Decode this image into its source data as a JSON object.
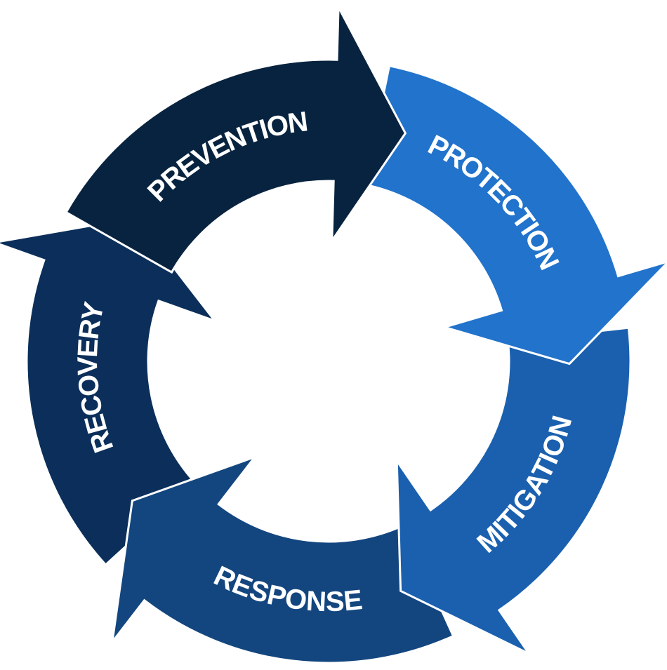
{
  "diagram": {
    "type": "cycle",
    "stages": [
      {
        "label": "PREVENTION",
        "color": "#08233f"
      },
      {
        "label": "PROTECTION",
        "color": "#2173cc"
      },
      {
        "label": "MITIGATION",
        "color": "#1a60ae"
      },
      {
        "label": "RESPONSE",
        "color": "#13467f"
      },
      {
        "label": "RECOVERY",
        "color": "#0b2f5a"
      }
    ]
  }
}
